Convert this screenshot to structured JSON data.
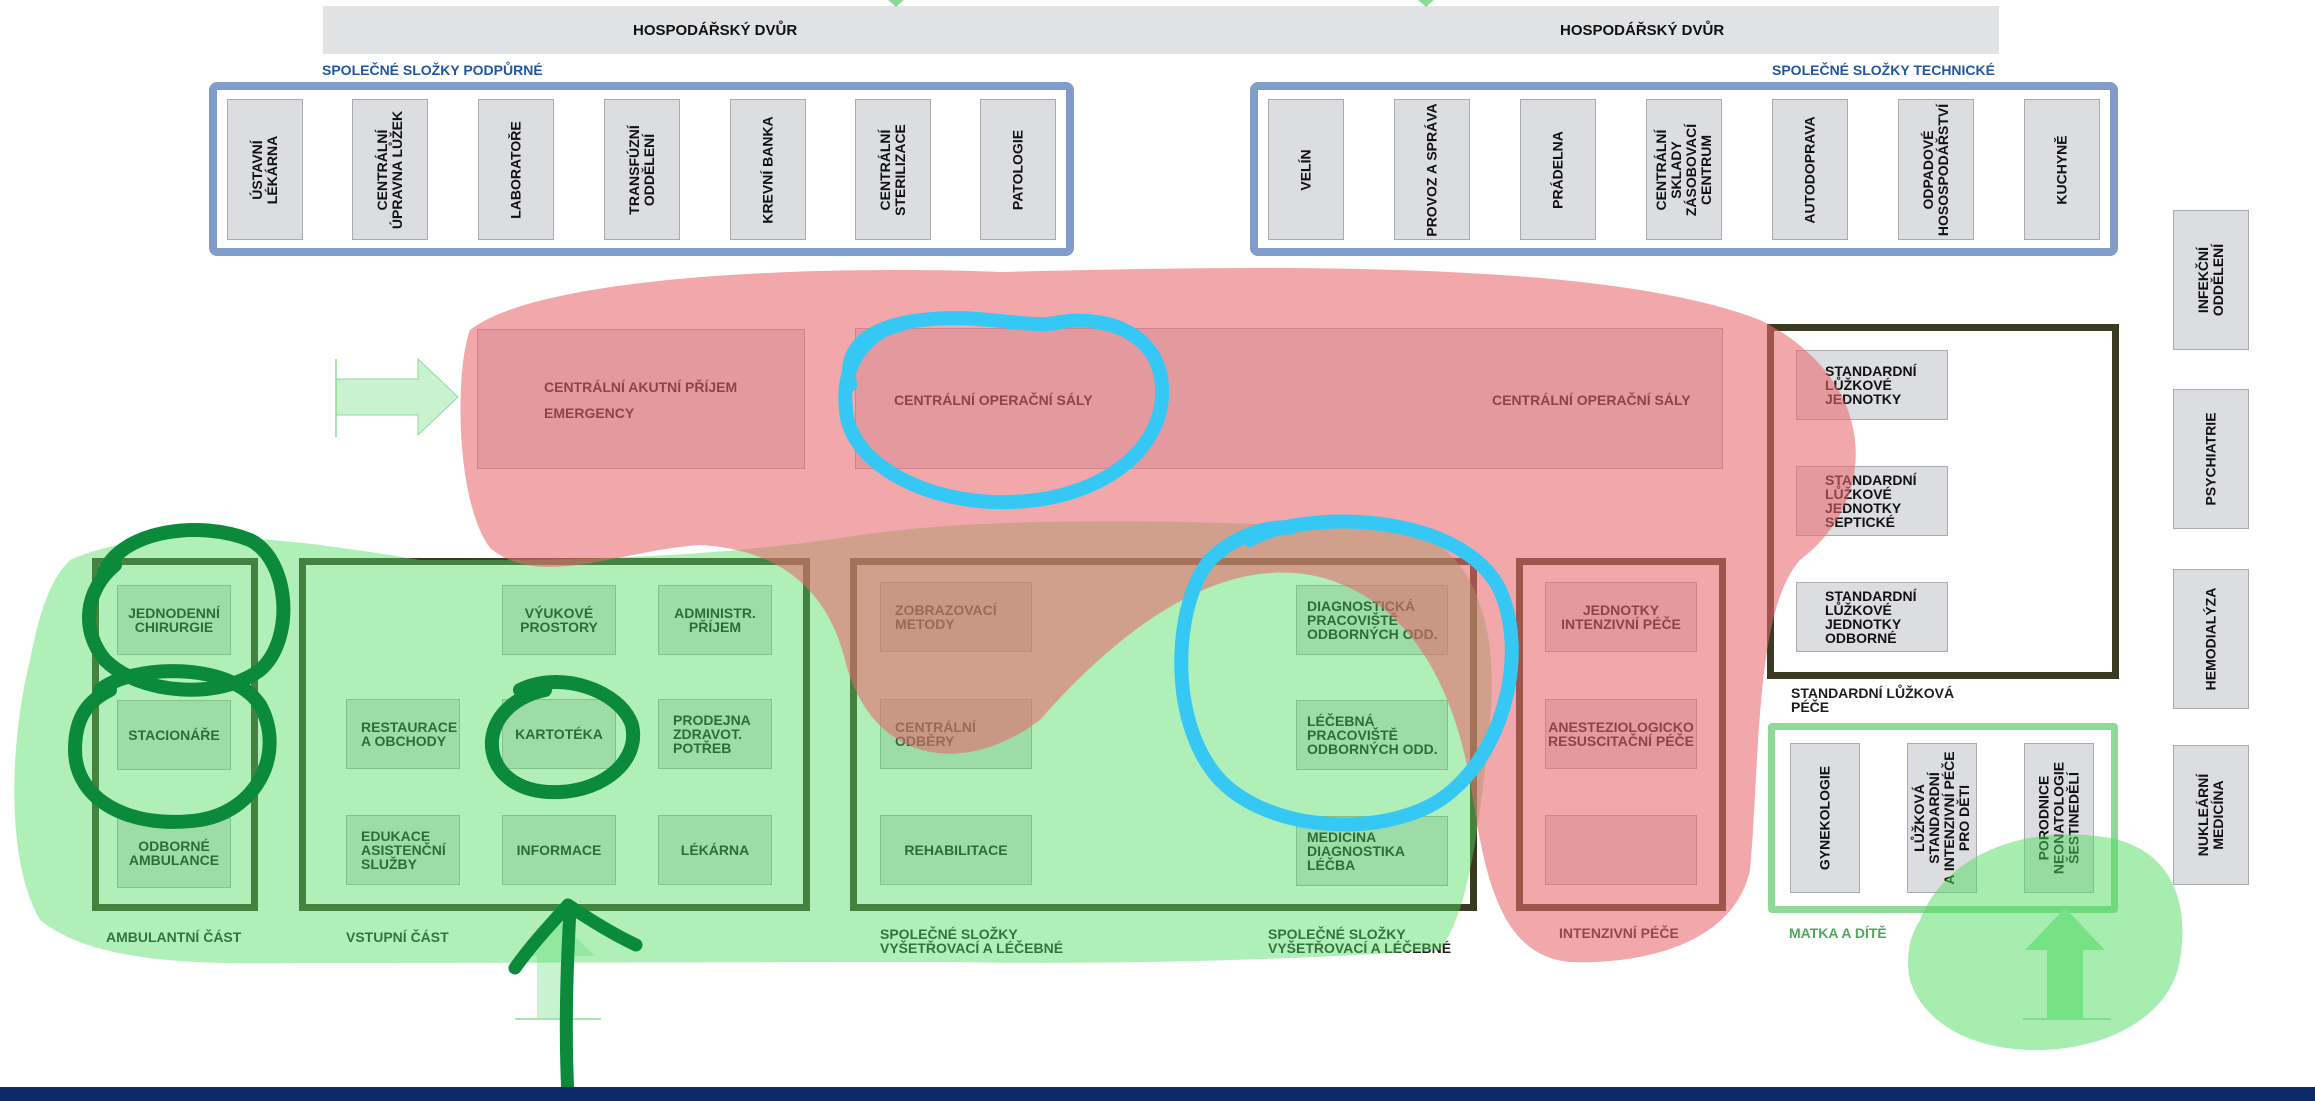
{
  "top_bands": {
    "left_label": "HOSPODÁŘSKÝ DVŮR",
    "right_label": "HOSPODÁŘSKÝ DVŮR"
  },
  "support": {
    "label": "SPOLEČNÉ SLOŽKY PODPŮRNÉ",
    "items": [
      "ÚSTAVNÍ\nLÉKÁRNA",
      "CENTRÁLNÍ\nÚPRAVNA LŮŽEK",
      "LABORATOŘE",
      "TRANSFÚZNÍ\nODDĚLENÍ",
      "KREVNÍ BANKA",
      "CENTRÁLNÍ\nSTERILIZACE",
      "PATOLOGIE"
    ]
  },
  "technical": {
    "label": "SPOLEČNÉ SLOŽKY TECHNICKÉ",
    "items": [
      "VELÍN",
      "PROVOZ A SPRÁVA",
      "PRÁDELNA",
      "CENTRÁLNÍ\nSKLADY\nZÁSOBOVACÍ\nCENTRUM",
      "AUTODOPRAVA",
      "ODPADOVÉ\nHOSOSPODÁŘSTVÍ",
      "KUCHYNĚ"
    ]
  },
  "side_units": [
    "INFEKČNÍ\nODDĚLENÍ",
    "PSYCHIATRIE",
    "HEMODIALÝZA",
    "NUKLEÁRNÍ\nMEDICÍNA"
  ],
  "emergency": {
    "line1": "CENTRÁLNÍ AKUTNÍ PŘÍJEM",
    "line2": "EMERGENCY"
  },
  "operating": {
    "left": "CENTRÁLNÍ OPERAČNÍ SÁLY",
    "right": "CENTRÁLNÍ OPERAČNÍ SÁLY"
  },
  "standard_ward": {
    "label": "STANDARDNÍ LŮŽKOVÁ\nPÉČE",
    "items": [
      "STANDARDNÍ\nLŮŽKOVÉ\nJEDNOTKY",
      "STANDARDNÍ\nLŮŽKOVÉ\nJEDNOTKY\nSEPTICKÉ",
      "STANDARDNÍ\nLŮŽKOVÉ\nJEDNOTKY\nODBORNÉ"
    ]
  },
  "ambulant": {
    "label": "AMBULANTNÍ ČÁST",
    "items": [
      "JEDNODENNÍ\nCHIRURGIE",
      "STACIONÁŘE",
      "ODBORNÉ\nAMBULANCE"
    ]
  },
  "entry": {
    "label": "VSTUPNÍ ČÁST",
    "items": [
      "VÝUKOVÉ\nPROSTORY",
      "ADMINISTR.\nPŘÍJEM",
      "RESTAURACE\nA OBCHODY",
      "KARTOTÉKA",
      "PRODEJNA\nZDRAVOT.\nPOTŘEB",
      "EDUKACE\nASISTENČNÍ\nSLUŽBY",
      "INFORMACE",
      "LÉKÁRNA"
    ]
  },
  "diagnostic_left": {
    "label": "SPOLEČNÉ SLOŽKY\nVYŠETŘOVACÍ A LÉČEBNÉ",
    "items": [
      "ZOBRAZOVACÍ\nMETODY",
      "CENTRÁLNÍ\nODBĚRY",
      "REHABILITACE"
    ]
  },
  "diagnostic_right": {
    "label": "SPOLEČNÉ SLOŽKY\nVYŠETŘOVACÍ A LÉČEBNÉ",
    "items": [
      "DIAGNOSTICKÁ\nPRACOVIŠTĚ\nODBORNÝCH ODD.",
      "LÉČEBNÁ\nPRACOVIŠTĚ\nODBORNÝCH ODD.",
      "MEDICÍNA\nDIAGNOSTIKA\nLÉČBA"
    ]
  },
  "icu": {
    "label": "INTENZIVNÍ PÉČE",
    "items": [
      "JEDNOTKY\nINTENZIVNÍ PÉČE",
      "ANESTEZIOLOGICKO\nRESUSCITAČNÍ PÉČE",
      ""
    ]
  },
  "mother_child": {
    "label": "MATKA A DÍTĚ",
    "items": [
      "GYNEKOLOGIE",
      "LŮŽKOVÁ\nSTANDARDNÍ\nA INTENZIVNÍ PÉČE\nPRO DĚTI",
      "PORODNICE\nNEONATOLOGIE\nŠESTINEDĚLÍ"
    ]
  },
  "colors": {
    "band": "#e1e2e4",
    "box": "#dcdde0",
    "blue_frame": "#7f9ccb",
    "dark_frame": "#3a3a23",
    "green_frame": "#8fd998",
    "red_highlight": "#e8676c",
    "green_highlight": "#4fdc62",
    "cyan_marker": "#35c8f5",
    "green_marker": "#0a8a3a",
    "footer": "#0b2a66"
  }
}
